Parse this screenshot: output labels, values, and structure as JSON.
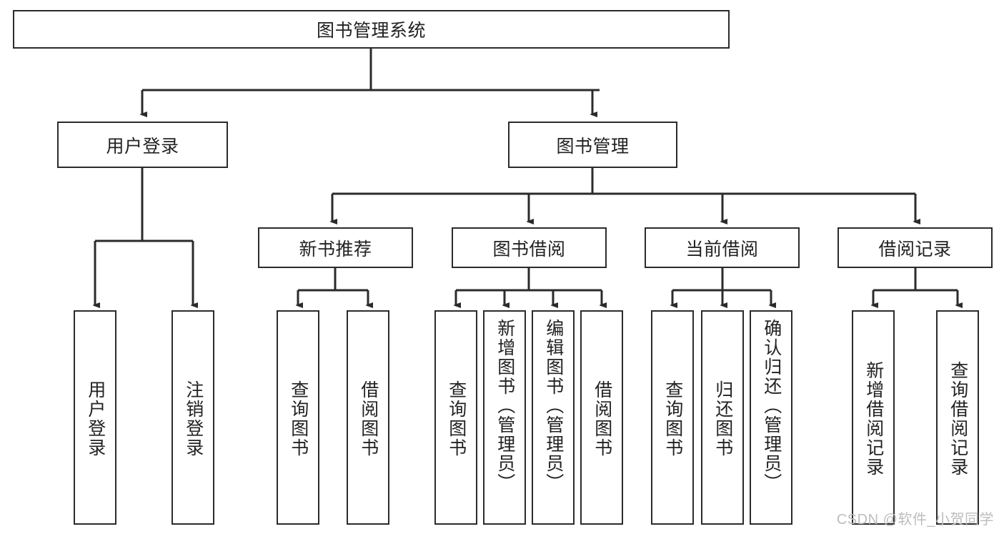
{
  "diagram": {
    "title": "图书管理系统",
    "type": "tree-hierarchy-diagram",
    "colors": {
      "stroke": "#2b2b2b",
      "fill": "#ffffff",
      "text": "#222222",
      "watermark": "#bdbdbd"
    },
    "root": {
      "label": "图书管理系统"
    },
    "level2": [
      {
        "label": "用户登录"
      },
      {
        "label": "图书管理"
      }
    ],
    "level3": [
      {
        "label": "新书推荐"
      },
      {
        "label": "图书借阅"
      },
      {
        "label": "当前借阅"
      },
      {
        "label": "借阅记录"
      }
    ],
    "leaves": {
      "user_login": [
        {
          "label": "用户登录"
        },
        {
          "label": "注销登录"
        }
      ],
      "new_book_recommend": [
        {
          "label": "查询图书"
        },
        {
          "label": "借阅图书"
        }
      ],
      "book_borrow": [
        {
          "label": "查询图书"
        },
        {
          "label": "新增图书（管理员）"
        },
        {
          "label": "编辑图书（管理员）"
        },
        {
          "label": "借阅图书"
        }
      ],
      "current_borrow": [
        {
          "label": "查询图书"
        },
        {
          "label": "归还图书"
        },
        {
          "label": "确认归还（管理员）"
        }
      ],
      "borrow_record": [
        {
          "label": "新增借阅记录"
        },
        {
          "label": "查询借阅记录"
        }
      ]
    }
  },
  "watermark": {
    "text": "CSDN @软件_小贺同学"
  }
}
